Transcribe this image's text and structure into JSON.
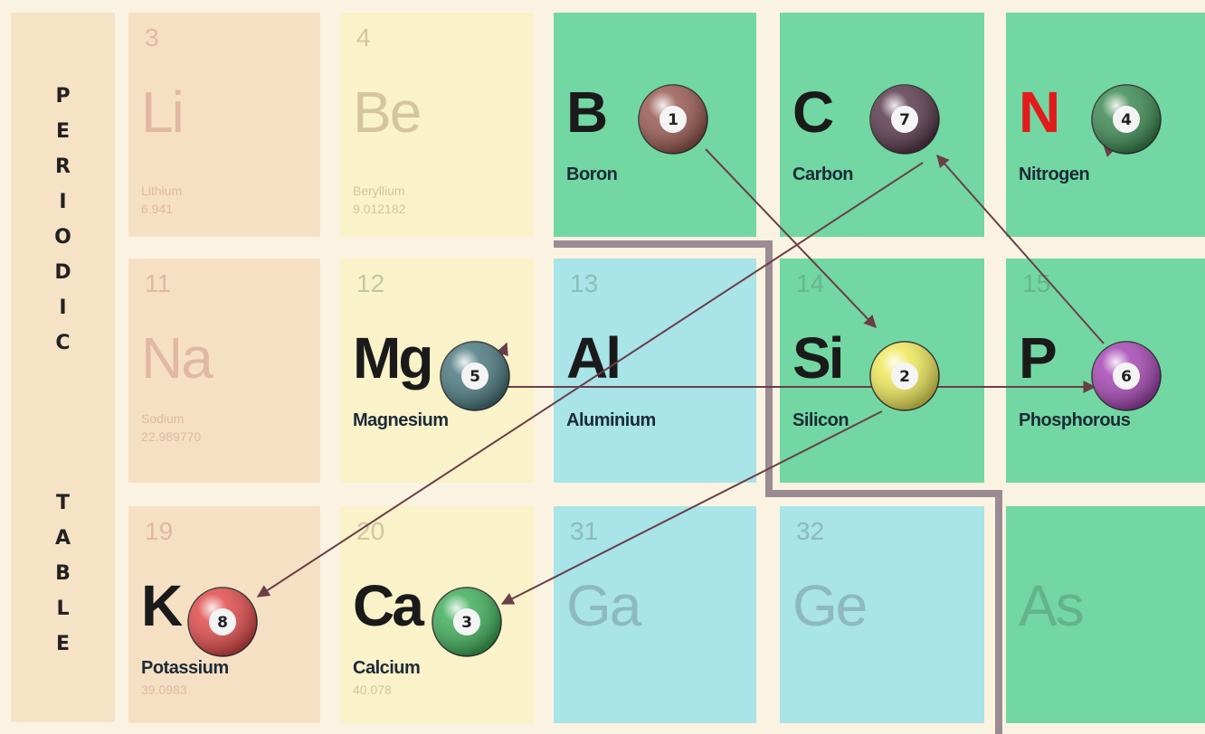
{
  "sidebar": {
    "word1": [
      "P",
      "E",
      "R",
      "I",
      "O",
      "D",
      "I",
      "C"
    ],
    "word2": [
      "T",
      "A",
      "B",
      "L",
      "E"
    ]
  },
  "cells": {
    "li": {
      "number": "3",
      "symbol": "Li",
      "name": "Lithium",
      "mass": "6.941"
    },
    "be": {
      "number": "4",
      "symbol": "Be",
      "name": "Beryllium",
      "mass": "9.012182"
    },
    "b": {
      "symbol": "B",
      "name": "Boron"
    },
    "c": {
      "symbol": "C",
      "name": "Carbon"
    },
    "n": {
      "symbol": "N",
      "name": "Nitrogen"
    },
    "na": {
      "number": "11",
      "symbol": "Na",
      "name": "Sodium",
      "mass": "22.989770"
    },
    "mg": {
      "number": "12",
      "symbol": "Mg",
      "name": "Magnesium"
    },
    "al": {
      "number": "13",
      "symbol": "Al",
      "name": "Aluminium"
    },
    "si": {
      "number": "14",
      "symbol": "Si",
      "name": "Silicon"
    },
    "p": {
      "number": "15",
      "symbol": "P",
      "name": "Phosphorous"
    },
    "k": {
      "number": "19",
      "symbol": "K",
      "name": "Potassium",
      "mass": "39.0983"
    },
    "ca": {
      "number": "20",
      "symbol": "Ca",
      "name": "Calcium",
      "mass": "40.078"
    },
    "ga": {
      "number": "31",
      "symbol": "Ga"
    },
    "ge": {
      "number": "32",
      "symbol": "Ge"
    },
    "as": {
      "symbol": "As"
    }
  },
  "balls": [
    {
      "label": "1",
      "cell": "b",
      "color": "#9a5a52"
    },
    {
      "label": "7",
      "cell": "c",
      "color": "#5a3a4c"
    },
    {
      "label": "4",
      "cell": "n",
      "color": "#3d8a52"
    },
    {
      "label": "5",
      "cell": "mg",
      "color": "#4c7a80"
    },
    {
      "label": "2",
      "cell": "si",
      "color": "#efe85a"
    },
    {
      "label": "6",
      "cell": "p",
      "color": "#a647b4"
    },
    {
      "label": "8",
      "cell": "k",
      "color": "#e04a4a"
    },
    {
      "label": "3",
      "cell": "ca",
      "color": "#3fae5a"
    }
  ],
  "arrows": [
    "1→2",
    "2→3",
    "3→4",
    "4→5",
    "5→6",
    "6→7",
    "7→8"
  ],
  "colors": {
    "accent_n": "#e21b1b",
    "arrow": "#6a3e48"
  }
}
